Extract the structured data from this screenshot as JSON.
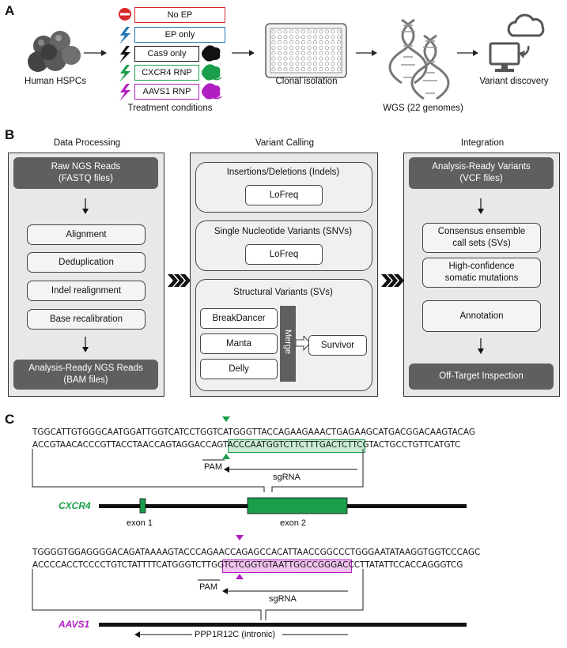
{
  "panels": {
    "a": "A",
    "b": "B",
    "c": "C"
  },
  "panel_a": {
    "hspc_label": "Human HSPCs",
    "conditions": [
      {
        "label": "No EP",
        "color": "#d62728",
        "icon": "no-entry-icon"
      },
      {
        "label": "EP only",
        "color": "#1f77b4",
        "icon": "bolt-icon"
      },
      {
        "label": "Cas9 only",
        "color": "#111111",
        "icon": "bolt-icon"
      },
      {
        "label": "CXCR4 RNP",
        "color": "#1a9e4b",
        "icon": "bolt-icon"
      },
      {
        "label": "AAVS1 RNP",
        "color": "#b01fbf",
        "icon": "bolt-icon"
      }
    ],
    "treatment_label": "Treatment conditions",
    "clonal_label": "Clonal isolation",
    "wgs_label": "WGS (22 genomes)",
    "variant_label": "Variant discovery"
  },
  "panel_b": {
    "col1": {
      "title": "Data Processing",
      "top": {
        "line1": "Raw NGS Reads",
        "line2": "(FASTQ files)"
      },
      "steps": [
        "Alignment",
        "Deduplication",
        "Indel realignment",
        "Base recalibration"
      ],
      "bottom": {
        "line1": "Analysis-Ready NGS Reads",
        "line2": "(BAM files)"
      }
    },
    "col2": {
      "title": "Variant Calling",
      "indels": {
        "title": "Insertions/Deletions (Indels)",
        "tool": "LoFreq"
      },
      "snvs": {
        "title": "Single Nucleotide Variants (SNVs)",
        "tool": "LoFreq"
      },
      "svs": {
        "title": "Structural Variants (SVs)",
        "tools": [
          "BreakDancer",
          "Manta",
          "Delly"
        ],
        "merge": "Merge",
        "survivor": "Survivor"
      }
    },
    "col3": {
      "title": "Integration",
      "top": {
        "line1": "Analysis-Ready Variants",
        "line2": "(VCF files)"
      },
      "steps": [
        {
          "line1": "Consensus ensemble",
          "line2": "call sets (SVs)"
        },
        {
          "line1": "High-confidence",
          "line2": "somatic mutations"
        },
        {
          "line1": "Annotation",
          "line2": ""
        }
      ],
      "bottom": "Off-Target Inspection"
    }
  },
  "panel_c": {
    "cxcr4": {
      "seq_top": "TGGCATTGTGGGCAATGGATTGGTCATCCTGGTCATGGGTTACCAGAAGAAACTGAGAAGCATGACGGACAAGTACAG",
      "seq_bottom": "ACCGTAACACCCGTTACCTAACCAGTAGGACCAGTACCCAATGGTCTTCTTTGACTCTTCGTACTGCCTGTTCATGTC",
      "pam": "PAM",
      "sgrna": "sgRNA",
      "gene": "CXCR4",
      "exon1": "exon 1",
      "exon2": "exon 2",
      "color": "#1a9e4b",
      "highlight": "#c9ecd6"
    },
    "aavs1": {
      "seq_top": "TGGGGTGGAGGGGACAGATAAAAGTACCCAGAACCAGAGCCACATTAACCGGCCCTGGGAATATAAGGTGGTCCCAGC",
      "seq_bottom": "ACCCCACCTCCCCTGTCTATTTTCATGGGTCTTGGTCTCGGTGTAATTGGCCGGGACCCTTATATTCCACCAGGGTCG",
      "pam": "PAM",
      "sgrna": "sgRNA",
      "gene": "AAVS1",
      "intron": "PPP1R12C (intronic)",
      "color": "#b01fbf",
      "highlight": "#f1c4ef"
    }
  }
}
